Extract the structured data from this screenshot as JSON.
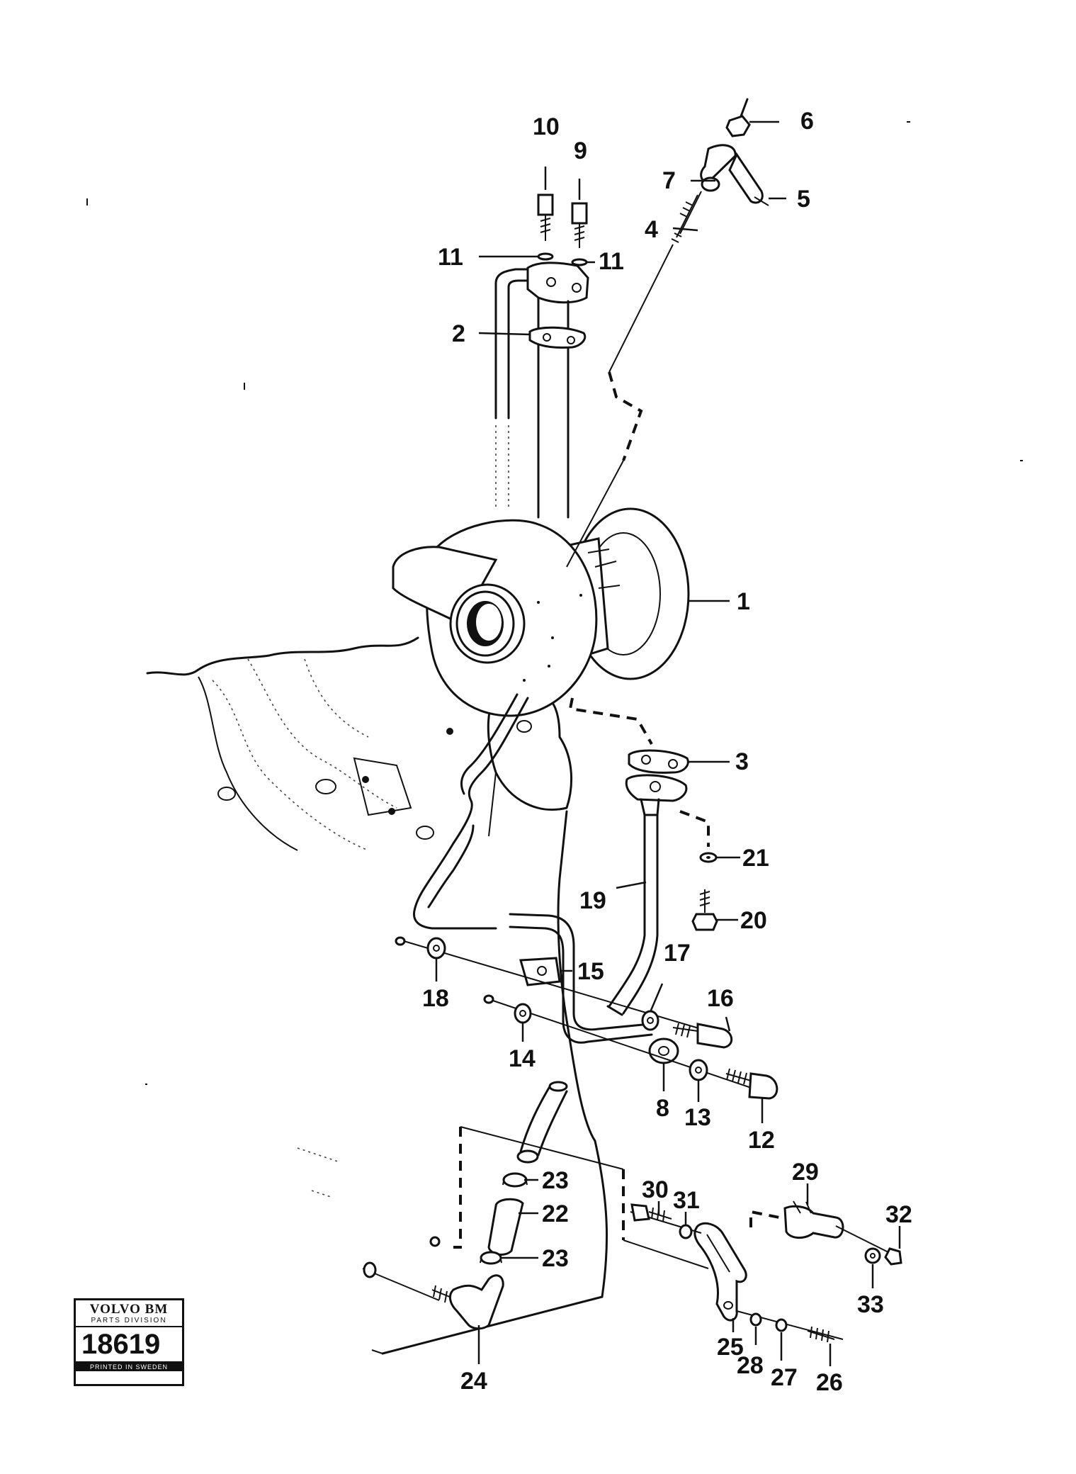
{
  "diagram": {
    "callouts": [
      {
        "id": "c10",
        "text": "10"
      },
      {
        "id": "c9",
        "text": "9"
      },
      {
        "id": "c6",
        "text": "6"
      },
      {
        "id": "c7",
        "text": "7"
      },
      {
        "id": "c5",
        "text": "5"
      },
      {
        "id": "c4",
        "text": "4"
      },
      {
        "id": "c11a",
        "text": "11"
      },
      {
        "id": "c11b",
        "text": "11"
      },
      {
        "id": "c2",
        "text": "2"
      },
      {
        "id": "c1",
        "text": "1"
      },
      {
        "id": "c3",
        "text": "3"
      },
      {
        "id": "c21",
        "text": "21"
      },
      {
        "id": "c19",
        "text": "19"
      },
      {
        "id": "c20",
        "text": "20"
      },
      {
        "id": "c17",
        "text": "17"
      },
      {
        "id": "c15",
        "text": "15"
      },
      {
        "id": "c18",
        "text": "18"
      },
      {
        "id": "c16",
        "text": "16"
      },
      {
        "id": "c14",
        "text": "14"
      },
      {
        "id": "c8",
        "text": "8"
      },
      {
        "id": "c13",
        "text": "13"
      },
      {
        "id": "c12",
        "text": "12"
      },
      {
        "id": "c30",
        "text": "30"
      },
      {
        "id": "c31",
        "text": "31"
      },
      {
        "id": "c29",
        "text": "29"
      },
      {
        "id": "c23a",
        "text": "23"
      },
      {
        "id": "c22",
        "text": "22"
      },
      {
        "id": "c32",
        "text": "32"
      },
      {
        "id": "c23b",
        "text": "23"
      },
      {
        "id": "c33",
        "text": "33"
      },
      {
        "id": "c25",
        "text": "25"
      },
      {
        "id": "c28",
        "text": "28"
      },
      {
        "id": "c27",
        "text": "27"
      },
      {
        "id": "c26",
        "text": "26"
      },
      {
        "id": "c24",
        "text": "24"
      }
    ]
  },
  "stamp": {
    "brand": "VOLVO BM",
    "division": "PARTS DIVISION",
    "number": "18619",
    "printed": "PRINTED IN SWEDEN"
  }
}
